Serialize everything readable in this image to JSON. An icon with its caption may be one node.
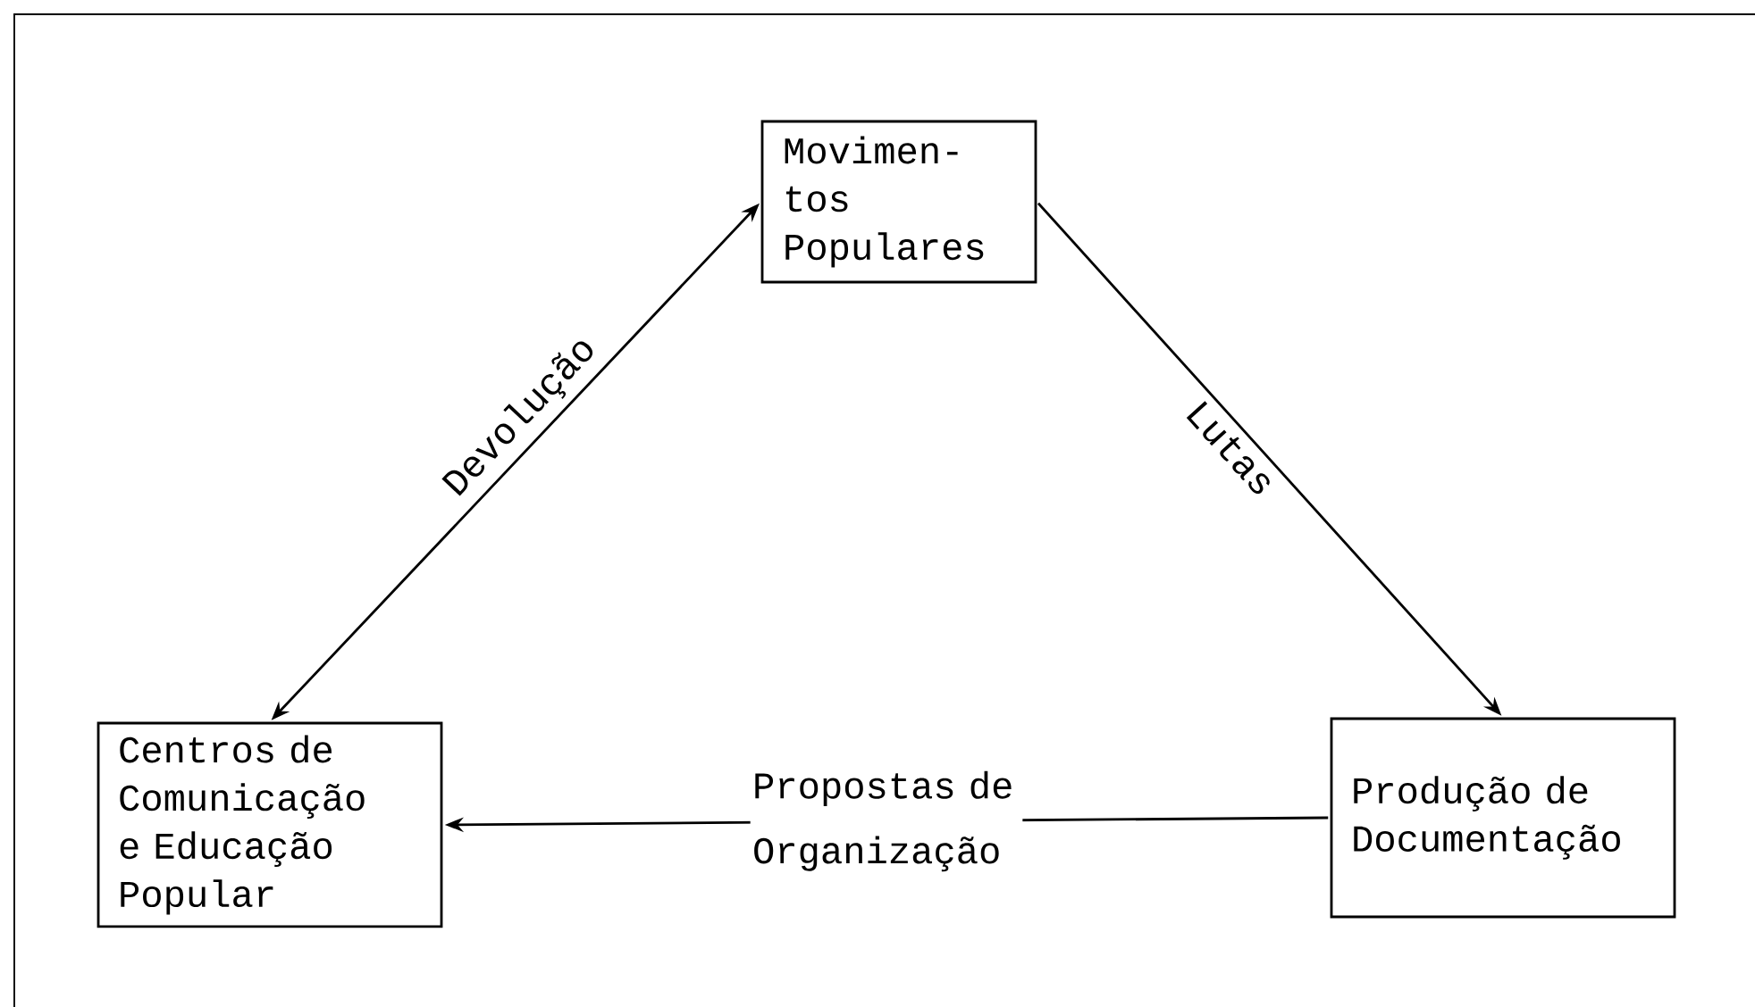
{
  "diagram": {
    "nodes": [
      {
        "text": [
          "Movimen- tos Populares"
        ]
      },
      {
        "text": [
          "Centros de Comunicação e Educação Popular"
        ]
      },
      {
        "text": [
          "Produção de Documentação"
        ]
      }
    ],
    "edges": [
      {
        "from": 1,
        "to": 0,
        "arrow": "both",
        "label": "Devolução"
      },
      {
        "from": 0,
        "to": 2,
        "arrow": "to",
        "label": "Lutas"
      },
      {
        "from": 2,
        "to": 1,
        "arrow": "to",
        "label": "Propostas de Organização"
      }
    ]
  }
}
